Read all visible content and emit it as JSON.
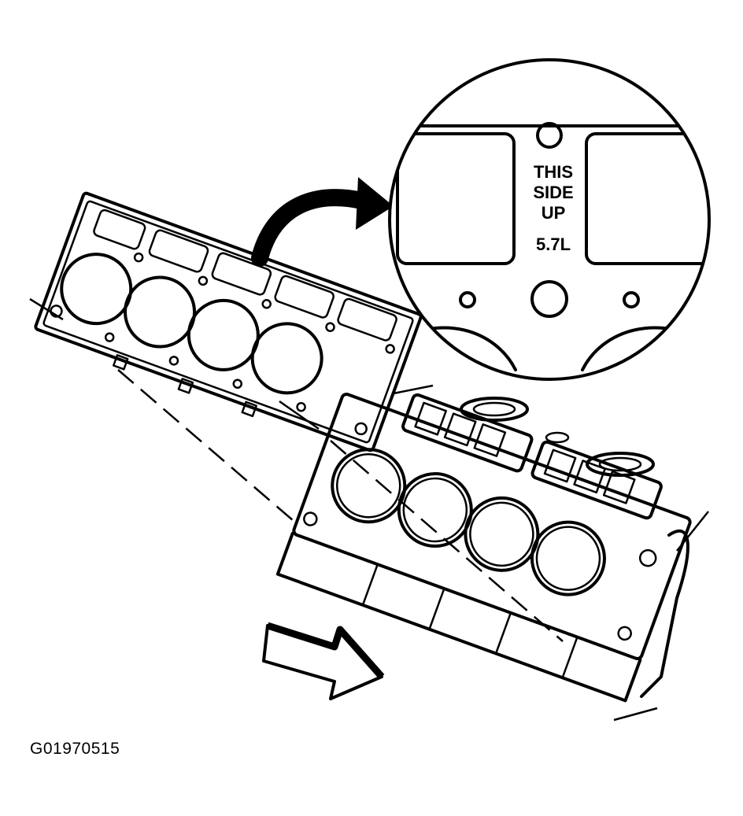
{
  "callout": {
    "line1": "THIS",
    "line2": "SIDE",
    "line3": "UP",
    "size": "5.7L"
  },
  "figure_id": "G01970515",
  "colors": {
    "ink": "#000000",
    "paper": "#ffffff"
  }
}
